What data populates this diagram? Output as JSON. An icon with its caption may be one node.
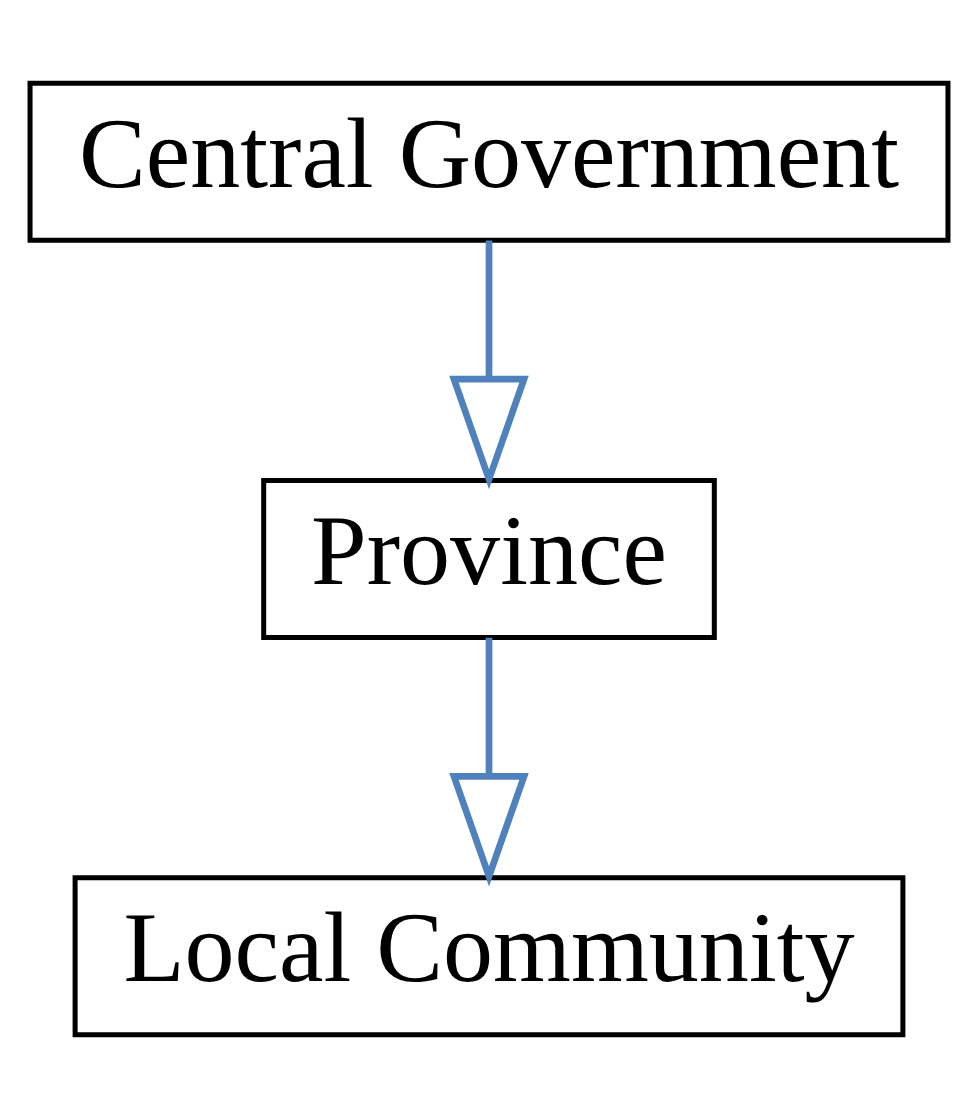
{
  "diagram": {
    "nodes": [
      {
        "text": [
          "Central Government"
        ]
      },
      {
        "text": [
          "Province"
        ]
      },
      {
        "text": [
          "Local Community"
        ]
      }
    ],
    "edges": [
      {
        "from": 0,
        "to": 1,
        "arrow": "to"
      },
      {
        "from": 1,
        "to": 2,
        "arrow": "to"
      }
    ]
  }
}
